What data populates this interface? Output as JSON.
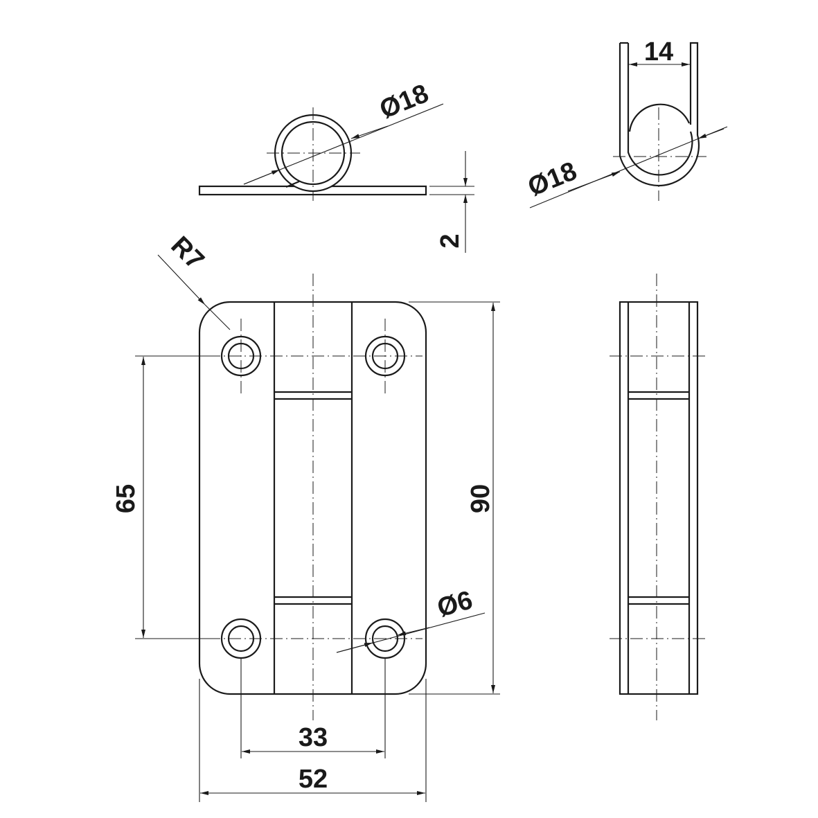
{
  "dimensions": {
    "top_view_diameter": "Ø18",
    "side_view_diameter": "Ø18",
    "side_view_width": "14",
    "thickness": "2",
    "corner_radius": "R7",
    "hole_spacing_vertical": "65",
    "overall_height": "90",
    "hole_diameter": "Ø6",
    "hole_spacing_horizontal": "33",
    "overall_width": "52"
  }
}
